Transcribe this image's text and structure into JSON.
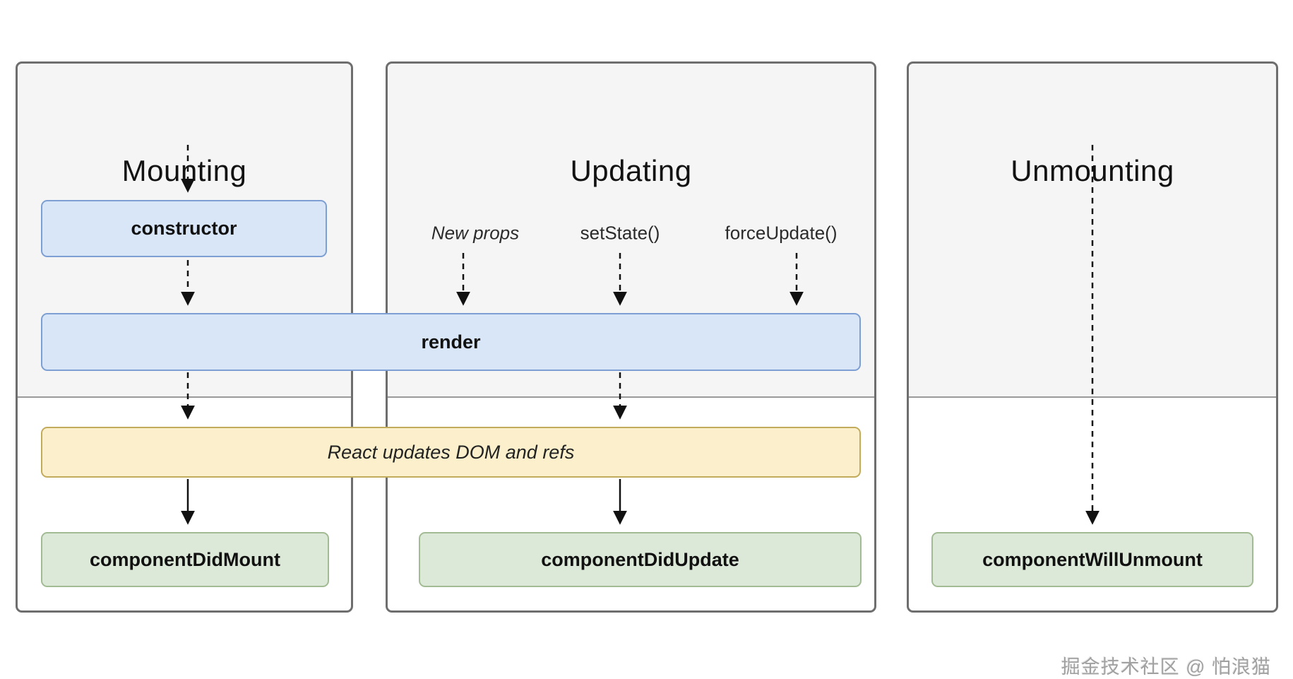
{
  "diagram": {
    "type": "flowchart",
    "subject": "React component lifecycle",
    "panels": [
      {
        "id": "mounting",
        "title": "Mounting"
      },
      {
        "id": "updating",
        "title": "Updating"
      },
      {
        "id": "unmounting",
        "title": "Unmounting"
      }
    ],
    "triggers": [
      {
        "label": "New props",
        "style": "italic"
      },
      {
        "label": "setState()",
        "style": "normal"
      },
      {
        "label": "forceUpdate()",
        "style": "normal"
      }
    ],
    "nodes": {
      "constructor": {
        "label": "constructor",
        "color": "blue"
      },
      "render": {
        "label": "render",
        "color": "blue"
      },
      "react_updates": {
        "label": "React updates DOM and refs",
        "color": "yellow"
      },
      "componentDidMount": {
        "label": "componentDidMount",
        "color": "green"
      },
      "componentDidUpdate": {
        "label": "componentDidUpdate",
        "color": "green"
      },
      "componentWillUnmount": {
        "label": "componentWillUnmount",
        "color": "green"
      }
    },
    "colors": {
      "panel_fill_top": "#f5f5f5",
      "panel_fill_bottom": "#ffffff",
      "panel_border": "#6e6e6e",
      "phase_divider": "#9a9a9a",
      "blue_fill": "#d9e6f8",
      "blue_border": "#7d9fd3",
      "yellow_fill": "#fcf0cc",
      "yellow_border": "#c3ab5c",
      "green_fill": "#dde9d8",
      "green_border": "#a2bb95",
      "arrow": "#111111"
    },
    "watermark": "掘金技术社区 @ 怕浪猫"
  }
}
